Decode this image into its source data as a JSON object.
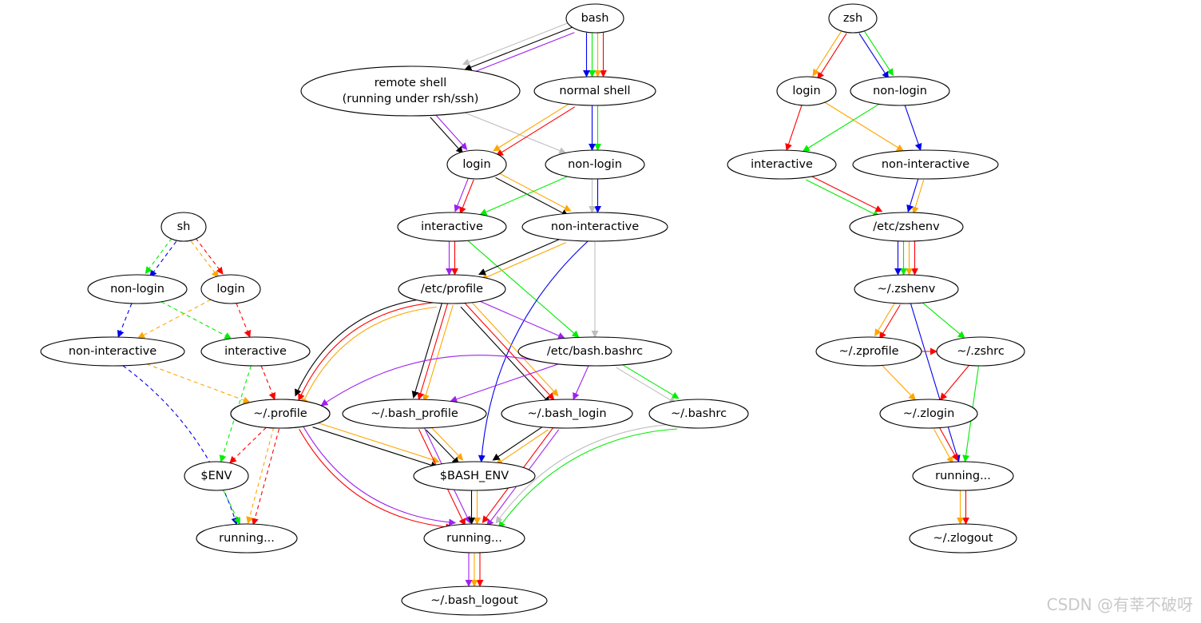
{
  "colors": {
    "black": "#000000",
    "red": "#ff0000",
    "orange": "#ffa500",
    "green": "#00ee00",
    "blue": "#0000ee",
    "purple": "#a020f0",
    "gray": "#bebebe"
  },
  "nodes": [
    {
      "id": "sh",
      "label": "sh"
    },
    {
      "id": "sh_nonlogin",
      "label": "non-login"
    },
    {
      "id": "sh_login",
      "label": "login"
    },
    {
      "id": "sh_nonint",
      "label": "non-interactive"
    },
    {
      "id": "sh_int",
      "label": "interactive"
    },
    {
      "id": "sh_profile",
      "label": "~/.profile"
    },
    {
      "id": "sh_env",
      "label": "$ENV"
    },
    {
      "id": "sh_running",
      "label": "running..."
    },
    {
      "id": "bash",
      "label": "bash"
    },
    {
      "id": "remote",
      "label": "remote shell",
      "label2": "(running under rsh/ssh)"
    },
    {
      "id": "normal",
      "label": "normal shell"
    },
    {
      "id": "b_login",
      "label": "login"
    },
    {
      "id": "b_nonlogin",
      "label": "non-login"
    },
    {
      "id": "b_int",
      "label": "interactive"
    },
    {
      "id": "b_nonint",
      "label": "non-interactive"
    },
    {
      "id": "etc_profile",
      "label": "/etc/profile"
    },
    {
      "id": "etc_bashrc",
      "label": "/etc/bash.bashrc"
    },
    {
      "id": "profile",
      "label": "~/.profile"
    },
    {
      "id": "bash_profile",
      "label": "~/.bash_profile"
    },
    {
      "id": "bash_login",
      "label": "~/.bash_login"
    },
    {
      "id": "bashrc",
      "label": "~/.bashrc"
    },
    {
      "id": "bash_env",
      "label": "$BASH_ENV"
    },
    {
      "id": "b_running",
      "label": "running..."
    },
    {
      "id": "bash_logout",
      "label": "~/.bash_logout"
    },
    {
      "id": "zsh",
      "label": "zsh"
    },
    {
      "id": "z_login",
      "label": "login"
    },
    {
      "id": "z_nonlogin",
      "label": "non-login"
    },
    {
      "id": "z_int",
      "label": "interactive"
    },
    {
      "id": "z_nonint",
      "label": "non-interactive"
    },
    {
      "id": "etc_zshenv",
      "label": "/etc/zshenv"
    },
    {
      "id": "zshenv",
      "label": "~/.zshenv"
    },
    {
      "id": "zprofile",
      "label": "~/.zprofile"
    },
    {
      "id": "zshrc",
      "label": "~/.zshrc"
    },
    {
      "id": "zlogin",
      "label": "~/.zlogin"
    },
    {
      "id": "z_running",
      "label": "running..."
    },
    {
      "id": "zlogout",
      "label": "~/.zlogout"
    }
  ],
  "edges": [
    {
      "from": "sh",
      "to": "sh_nonlogin",
      "color": "blue",
      "style": "dashed"
    },
    {
      "from": "sh",
      "to": "sh_nonlogin",
      "color": "green",
      "style": "dashed"
    },
    {
      "from": "sh",
      "to": "sh_login",
      "color": "red",
      "style": "dashed"
    },
    {
      "from": "sh",
      "to": "sh_login",
      "color": "orange",
      "style": "dashed"
    },
    {
      "from": "sh_nonlogin",
      "to": "sh_nonint",
      "color": "blue",
      "style": "dashed"
    },
    {
      "from": "sh_nonlogin",
      "to": "sh_int",
      "color": "green",
      "style": "dashed"
    },
    {
      "from": "sh_login",
      "to": "sh_nonint",
      "color": "orange",
      "style": "dashed"
    },
    {
      "from": "sh_login",
      "to": "sh_int",
      "color": "red",
      "style": "dashed"
    },
    {
      "from": "sh_nonint",
      "to": "sh_profile",
      "color": "orange",
      "style": "dashed"
    },
    {
      "from": "sh_nonint",
      "to": "sh_running",
      "color": "blue",
      "style": "dashed"
    },
    {
      "from": "sh_int",
      "to": "sh_profile",
      "color": "red",
      "style": "dashed"
    },
    {
      "from": "sh_int",
      "to": "sh_env",
      "color": "green",
      "style": "dashed"
    },
    {
      "from": "sh_profile",
      "to": "sh_env",
      "color": "red",
      "style": "dashed"
    },
    {
      "from": "sh_profile",
      "to": "sh_running",
      "color": "red",
      "style": "dashed"
    },
    {
      "from": "sh_profile",
      "to": "sh_running",
      "color": "orange",
      "style": "dashed"
    },
    {
      "from": "sh_env",
      "to": "sh_running",
      "color": "green",
      "style": "dashed"
    },
    {
      "from": "bash",
      "to": "remote",
      "color": "purple",
      "style": "solid"
    },
    {
      "from": "bash",
      "to": "remote",
      "color": "black",
      "style": "solid"
    },
    {
      "from": "bash",
      "to": "remote",
      "color": "gray",
      "style": "solid"
    },
    {
      "from": "bash",
      "to": "normal",
      "color": "red",
      "style": "solid"
    },
    {
      "from": "bash",
      "to": "normal",
      "color": "orange",
      "style": "solid"
    },
    {
      "from": "bash",
      "to": "normal",
      "color": "green",
      "style": "solid"
    },
    {
      "from": "bash",
      "to": "normal",
      "color": "blue",
      "style": "solid"
    },
    {
      "from": "remote",
      "to": "b_login",
      "color": "purple",
      "style": "solid"
    },
    {
      "from": "remote",
      "to": "b_login",
      "color": "black",
      "style": "solid"
    },
    {
      "from": "remote",
      "to": "b_nonlogin",
      "color": "gray",
      "style": "solid"
    },
    {
      "from": "normal",
      "to": "b_login",
      "color": "red",
      "style": "solid"
    },
    {
      "from": "normal",
      "to": "b_login",
      "color": "orange",
      "style": "solid"
    },
    {
      "from": "normal",
      "to": "b_nonlogin",
      "color": "green",
      "style": "solid"
    },
    {
      "from": "normal",
      "to": "b_nonlogin",
      "color": "blue",
      "style": "solid"
    },
    {
      "from": "b_login",
      "to": "b_int",
      "color": "red",
      "style": "solid"
    },
    {
      "from": "b_login",
      "to": "b_int",
      "color": "purple",
      "style": "solid"
    },
    {
      "from": "b_login",
      "to": "b_nonint",
      "color": "orange",
      "style": "solid"
    },
    {
      "from": "b_login",
      "to": "b_nonint",
      "color": "black",
      "style": "solid"
    },
    {
      "from": "b_nonlogin",
      "to": "b_int",
      "color": "green",
      "style": "solid"
    },
    {
      "from": "b_nonlogin",
      "to": "b_nonint",
      "color": "blue",
      "style": "solid"
    },
    {
      "from": "b_nonlogin",
      "to": "b_nonint",
      "color": "gray",
      "style": "solid"
    },
    {
      "from": "b_int",
      "to": "etc_profile",
      "color": "red",
      "style": "solid"
    },
    {
      "from": "b_int",
      "to": "etc_profile",
      "color": "purple",
      "style": "solid"
    },
    {
      "from": "b_int",
      "to": "etc_bashrc",
      "color": "green",
      "style": "solid"
    },
    {
      "from": "b_nonint",
      "to": "etc_profile",
      "color": "orange",
      "style": "solid"
    },
    {
      "from": "b_nonint",
      "to": "etc_profile",
      "color": "black",
      "style": "solid"
    },
    {
      "from": "b_nonint",
      "to": "etc_bashrc",
      "color": "gray",
      "style": "solid"
    },
    {
      "from": "b_nonint",
      "to": "bash_env",
      "color": "blue",
      "style": "solid"
    },
    {
      "from": "etc_profile",
      "to": "etc_bashrc",
      "color": "purple",
      "style": "solid"
    },
    {
      "from": "etc_profile",
      "to": "profile",
      "color": "orange",
      "style": "solid"
    },
    {
      "from": "etc_profile",
      "to": "profile",
      "color": "red",
      "style": "solid"
    },
    {
      "from": "etc_profile",
      "to": "profile",
      "color": "black",
      "style": "solid"
    },
    {
      "from": "etc_profile",
      "to": "bash_profile",
      "color": "orange",
      "style": "solid"
    },
    {
      "from": "etc_profile",
      "to": "bash_profile",
      "color": "red",
      "style": "solid"
    },
    {
      "from": "etc_profile",
      "to": "bash_profile",
      "color": "black",
      "style": "solid"
    },
    {
      "from": "etc_profile",
      "to": "bash_login",
      "color": "orange",
      "style": "solid"
    },
    {
      "from": "etc_profile",
      "to": "bash_login",
      "color": "red",
      "style": "solid"
    },
    {
      "from": "etc_profile",
      "to": "bash_login",
      "color": "black",
      "style": "solid"
    },
    {
      "from": "etc_bashrc",
      "to": "profile",
      "color": "purple",
      "style": "solid"
    },
    {
      "from": "etc_bashrc",
      "to": "bash_profile",
      "color": "purple",
      "style": "solid"
    },
    {
      "from": "etc_bashrc",
      "to": "bash_login",
      "color": "purple",
      "style": "solid"
    },
    {
      "from": "etc_bashrc",
      "to": "bashrc",
      "color": "green",
      "style": "solid"
    },
    {
      "from": "etc_bashrc",
      "to": "bashrc",
      "color": "gray",
      "style": "solid"
    },
    {
      "from": "profile",
      "to": "bash_env",
      "color": "orange",
      "style": "solid"
    },
    {
      "from": "profile",
      "to": "bash_env",
      "color": "black",
      "style": "solid"
    },
    {
      "from": "profile",
      "to": "b_running",
      "color": "purple",
      "style": "solid"
    },
    {
      "from": "profile",
      "to": "b_running",
      "color": "red",
      "style": "solid"
    },
    {
      "from": "bash_profile",
      "to": "bash_env",
      "color": "orange",
      "style": "solid"
    },
    {
      "from": "bash_profile",
      "to": "bash_env",
      "color": "black",
      "style": "solid"
    },
    {
      "from": "bash_profile",
      "to": "b_running",
      "color": "purple",
      "style": "solid"
    },
    {
      "from": "bash_profile",
      "to": "b_running",
      "color": "red",
      "style": "solid"
    },
    {
      "from": "bash_login",
      "to": "bash_env",
      "color": "orange",
      "style": "solid"
    },
    {
      "from": "bash_login",
      "to": "bash_env",
      "color": "black",
      "style": "solid"
    },
    {
      "from": "bash_login",
      "to": "b_running",
      "color": "purple",
      "style": "solid"
    },
    {
      "from": "bash_login",
      "to": "b_running",
      "color": "red",
      "style": "solid"
    },
    {
      "from": "bashrc",
      "to": "b_running",
      "color": "green",
      "style": "solid"
    },
    {
      "from": "bashrc",
      "to": "b_running",
      "color": "gray",
      "style": "solid"
    },
    {
      "from": "bash_env",
      "to": "b_running",
      "color": "orange",
      "style": "solid"
    },
    {
      "from": "bash_env",
      "to": "b_running",
      "color": "black",
      "style": "solid"
    },
    {
      "from": "b_running",
      "to": "bash_logout",
      "color": "red",
      "style": "solid"
    },
    {
      "from": "b_running",
      "to": "bash_logout",
      "color": "orange",
      "style": "solid"
    },
    {
      "from": "b_running",
      "to": "bash_logout",
      "color": "purple",
      "style": "solid"
    },
    {
      "from": "zsh",
      "to": "z_login",
      "color": "red",
      "style": "solid"
    },
    {
      "from": "zsh",
      "to": "z_login",
      "color": "orange",
      "style": "solid"
    },
    {
      "from": "zsh",
      "to": "z_nonlogin",
      "color": "green",
      "style": "solid"
    },
    {
      "from": "zsh",
      "to": "z_nonlogin",
      "color": "blue",
      "style": "solid"
    },
    {
      "from": "z_login",
      "to": "z_int",
      "color": "red",
      "style": "solid"
    },
    {
      "from": "z_login",
      "to": "z_nonint",
      "color": "orange",
      "style": "solid"
    },
    {
      "from": "z_nonlogin",
      "to": "z_int",
      "color": "green",
      "style": "solid"
    },
    {
      "from": "z_nonlogin",
      "to": "z_nonint",
      "color": "blue",
      "style": "solid"
    },
    {
      "from": "z_int",
      "to": "etc_zshenv",
      "color": "red",
      "style": "solid"
    },
    {
      "from": "z_int",
      "to": "etc_zshenv",
      "color": "green",
      "style": "solid"
    },
    {
      "from": "z_nonint",
      "to": "etc_zshenv",
      "color": "orange",
      "style": "solid"
    },
    {
      "from": "z_nonint",
      "to": "etc_zshenv",
      "color": "blue",
      "style": "solid"
    },
    {
      "from": "etc_zshenv",
      "to": "zshenv",
      "color": "red",
      "style": "solid"
    },
    {
      "from": "etc_zshenv",
      "to": "zshenv",
      "color": "orange",
      "style": "solid"
    },
    {
      "from": "etc_zshenv",
      "to": "zshenv",
      "color": "green",
      "style": "solid"
    },
    {
      "from": "etc_zshenv",
      "to": "zshenv",
      "color": "blue",
      "style": "solid"
    },
    {
      "from": "zshenv",
      "to": "zprofile",
      "color": "red",
      "style": "solid"
    },
    {
      "from": "zshenv",
      "to": "zprofile",
      "color": "orange",
      "style": "solid"
    },
    {
      "from": "zshenv",
      "to": "zshrc",
      "color": "green",
      "style": "solid"
    },
    {
      "from": "zshenv",
      "to": "z_running",
      "color": "blue",
      "style": "solid"
    },
    {
      "from": "zprofile",
      "to": "zshrc",
      "color": "red",
      "style": "solid"
    },
    {
      "from": "zprofile",
      "to": "zlogin",
      "color": "orange",
      "style": "solid"
    },
    {
      "from": "zshrc",
      "to": "zlogin",
      "color": "red",
      "style": "solid"
    },
    {
      "from": "zshrc",
      "to": "z_running",
      "color": "green",
      "style": "solid"
    },
    {
      "from": "zlogin",
      "to": "z_running",
      "color": "red",
      "style": "solid"
    },
    {
      "from": "zlogin",
      "to": "z_running",
      "color": "orange",
      "style": "solid"
    },
    {
      "from": "z_running",
      "to": "zlogout",
      "color": "red",
      "style": "solid"
    },
    {
      "from": "z_running",
      "to": "zlogout",
      "color": "orange",
      "style": "solid"
    }
  ],
  "watermark": "CSDN @有莘不破呀"
}
